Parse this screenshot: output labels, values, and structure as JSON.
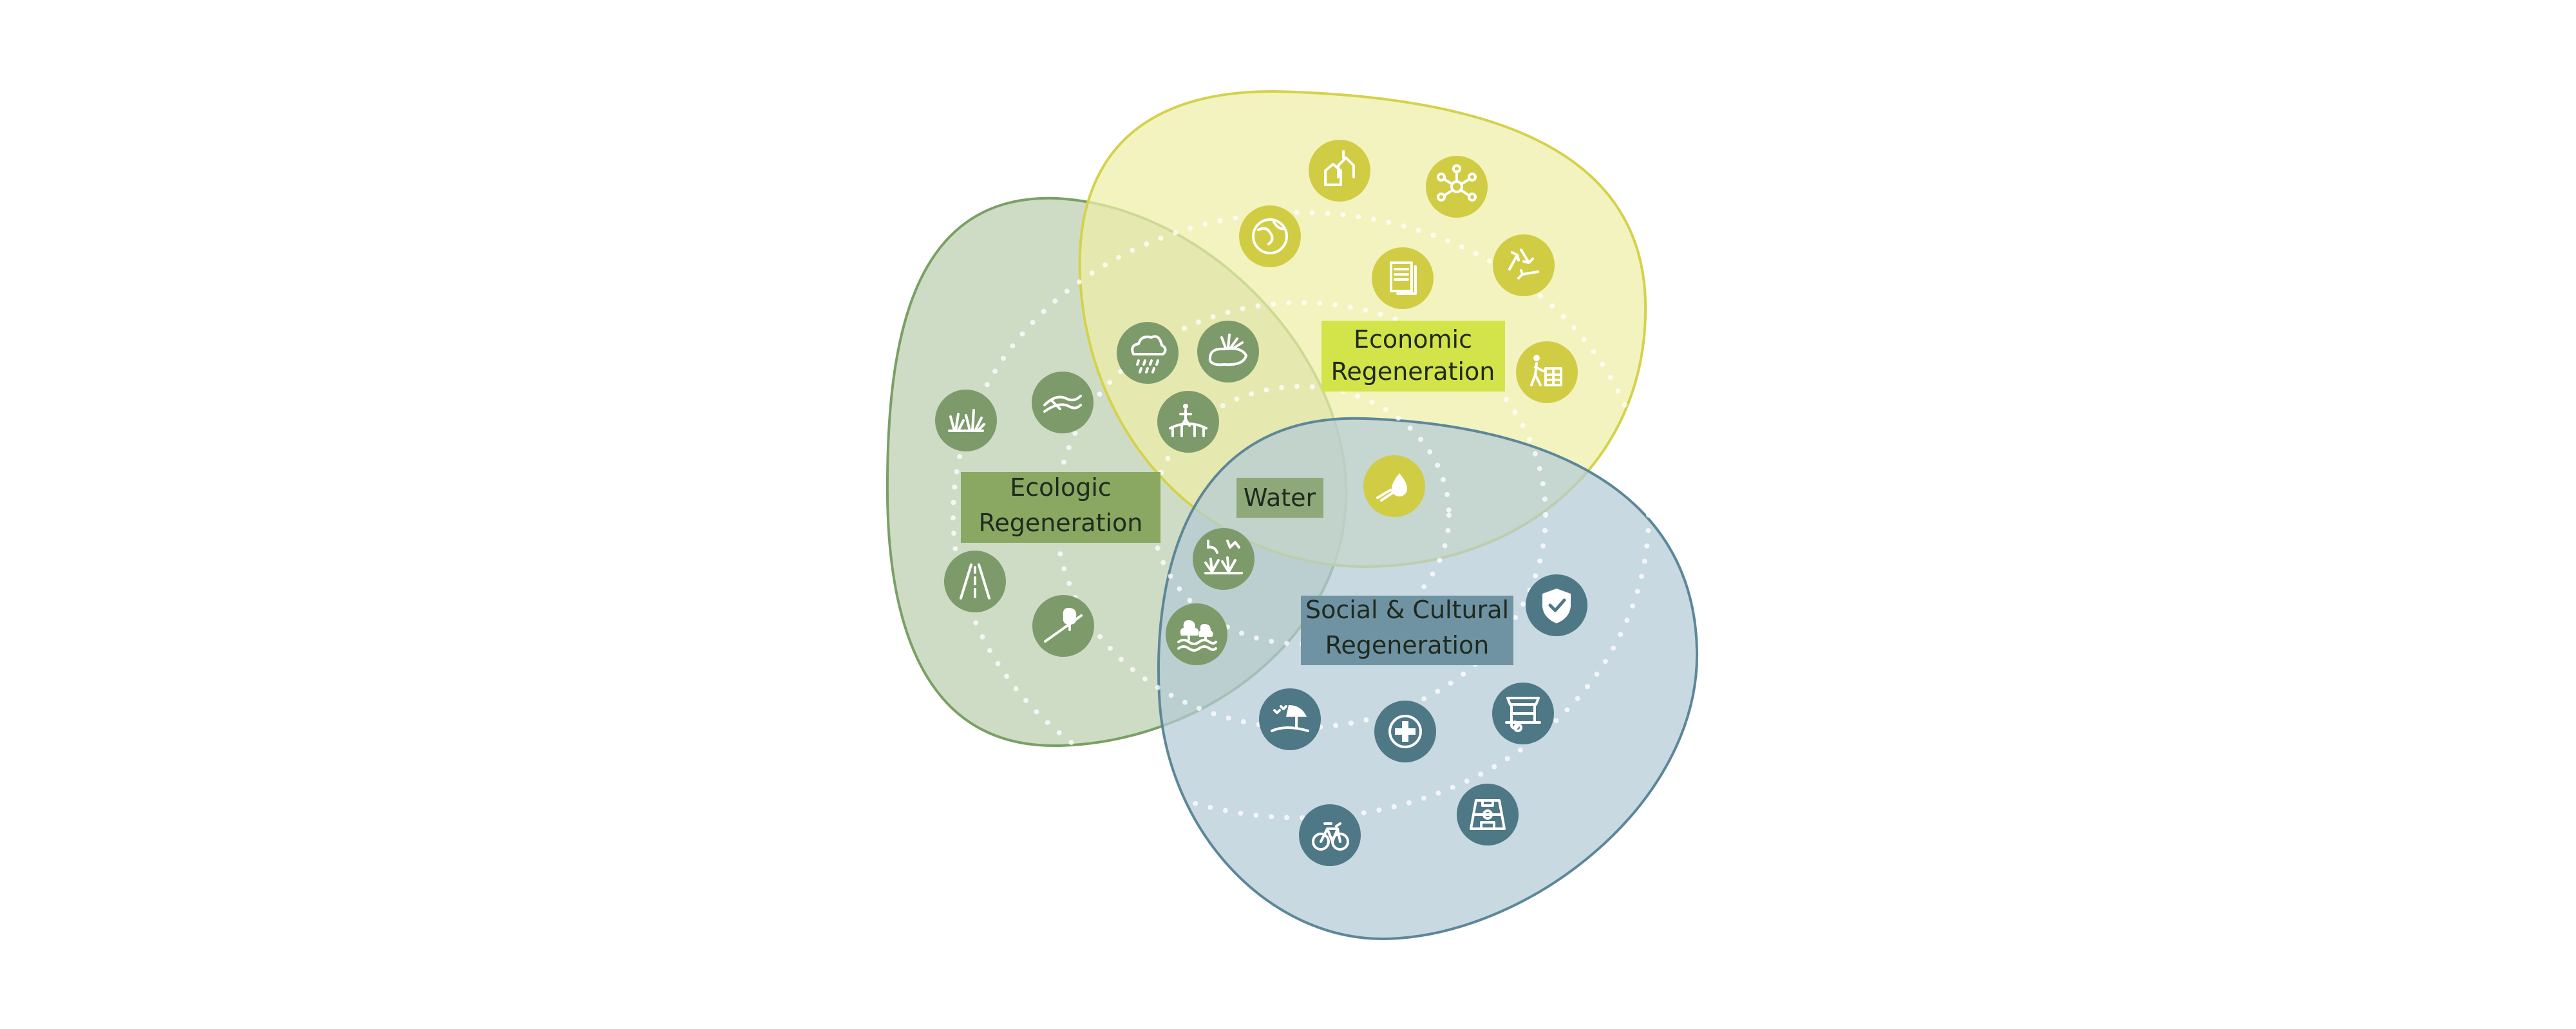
{
  "diagram": {
    "title": "",
    "colors": {
      "ecologic_fill": "#c9d8c0",
      "ecologic_stroke": "#7aa064",
      "ecologic_icon": "#7d9a6a",
      "ecologic_label_bg": "#8aa862",
      "economic_fill": "#efefa8",
      "economic_stroke": "#d4d24a",
      "economic_icon": "#d0cd45",
      "economic_label_bg": "#d3e34a",
      "social_fill": "#b4cbd6",
      "social_stroke": "#5d8799",
      "social_icon": "#4e7886",
      "social_label_bg": "#6f93a3",
      "water_label_bg": "#8fa87a"
    },
    "labels": {
      "ecologic_line1": "Ecologic",
      "ecologic_line2": "Regeneration",
      "economic_line1": "Economic",
      "economic_line2": "Regeneration",
      "social_line1": "Social & Cultural",
      "social_line2": "Regeneration",
      "water": "Water"
    },
    "icons": {
      "economic": [
        "houses-icon",
        "network-icon",
        "globe-icon",
        "document-icon",
        "recycle-icon",
        "builder-icon"
      ],
      "water": [
        "rain-cloud-icon",
        "island-grass-icon",
        "person-bridge-icon",
        "hand-water-icon",
        "plants-water-icon",
        "trees-waves-icon"
      ],
      "ecologic": [
        "grass-icon",
        "terrain-icon",
        "road-icon",
        "slope-tree-icon"
      ],
      "social": [
        "shield-check-icon",
        "beach-umbrella-icon",
        "medical-cross-icon",
        "market-cart-icon",
        "bicycle-icon",
        "sports-field-icon"
      ]
    }
  }
}
